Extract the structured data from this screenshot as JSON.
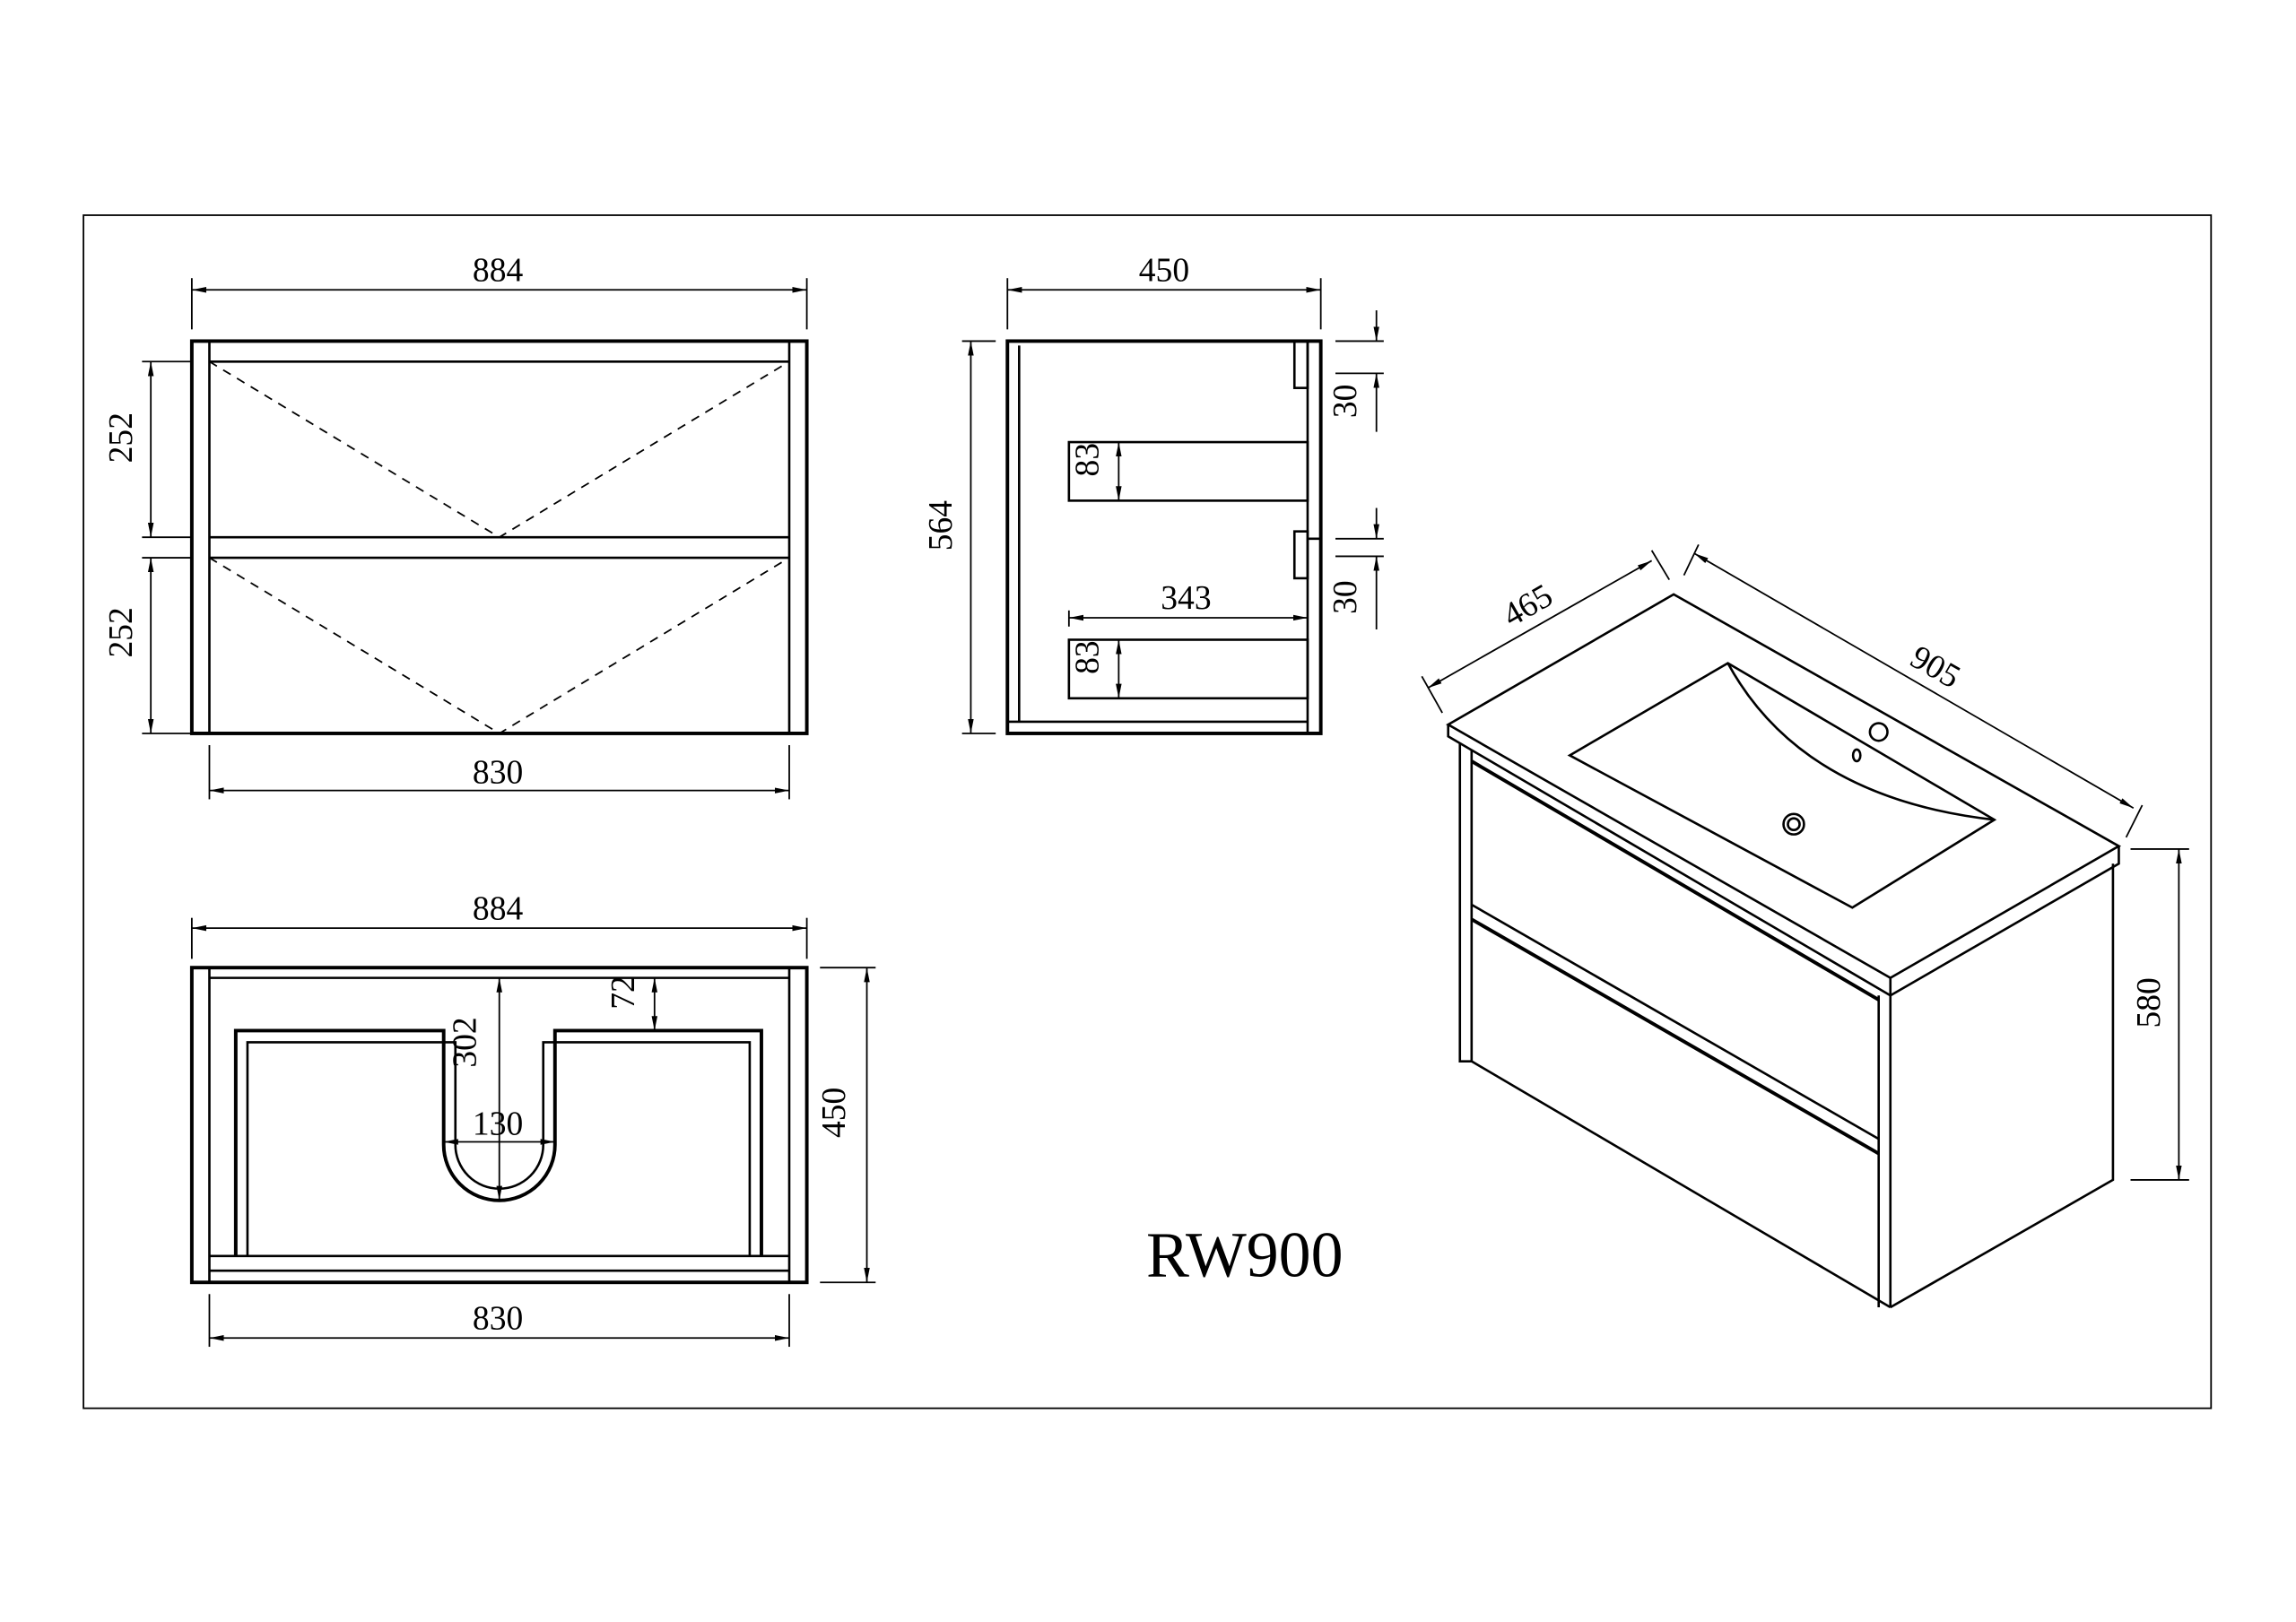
{
  "model": "RW900",
  "front_view": {
    "overall_width": "884",
    "drawer_height_top": "252",
    "drawer_height_bottom": "252",
    "inner_width": "830"
  },
  "side_view": {
    "depth": "450",
    "height": "564",
    "shelf_height_top": "83",
    "shelf_height_bottom": "83",
    "shelf_depth": "343",
    "handle_gap_top": "30",
    "handle_gap_bottom": "30"
  },
  "top_view": {
    "overall_width": "884",
    "depth": "450",
    "inner_width": "830",
    "cutout_depth": "302",
    "cutout_width": "130",
    "offset": "72"
  },
  "iso_view": {
    "depth": "465",
    "width": "905",
    "height": "580"
  }
}
